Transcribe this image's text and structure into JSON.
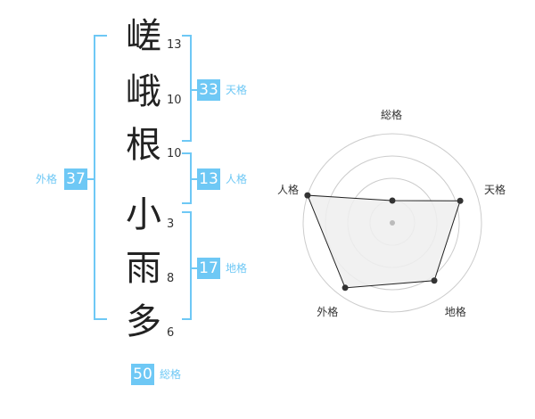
{
  "name": {
    "chars": [
      {
        "char": "嵯",
        "strokes": "13"
      },
      {
        "char": "峨",
        "strokes": "10"
      },
      {
        "char": "根",
        "strokes": "10"
      },
      {
        "char": "小",
        "strokes": "3"
      },
      {
        "char": "雨",
        "strokes": "8"
      },
      {
        "char": "多",
        "strokes": "6"
      }
    ]
  },
  "kakusu": {
    "tenkaku": {
      "value": "33",
      "label": "天格"
    },
    "jinkaku": {
      "value": "13",
      "label": "人格"
    },
    "chikaku": {
      "value": "17",
      "label": "地格"
    },
    "gaikaku": {
      "value": "37",
      "label": "外格"
    },
    "soukaku": {
      "value": "50",
      "label": "総格"
    }
  },
  "colors": {
    "accent": "#6ec8f5",
    "line": "#222222",
    "fill": "#efefef",
    "grid": "#cccccc"
  },
  "chart_data": {
    "type": "radar",
    "axes": [
      "総格",
      "天格",
      "地格",
      "外格",
      "人格"
    ],
    "values": [
      0.25,
      0.8,
      0.8,
      0.9,
      1.0
    ],
    "range": [
      0,
      1
    ],
    "rings": 4
  }
}
